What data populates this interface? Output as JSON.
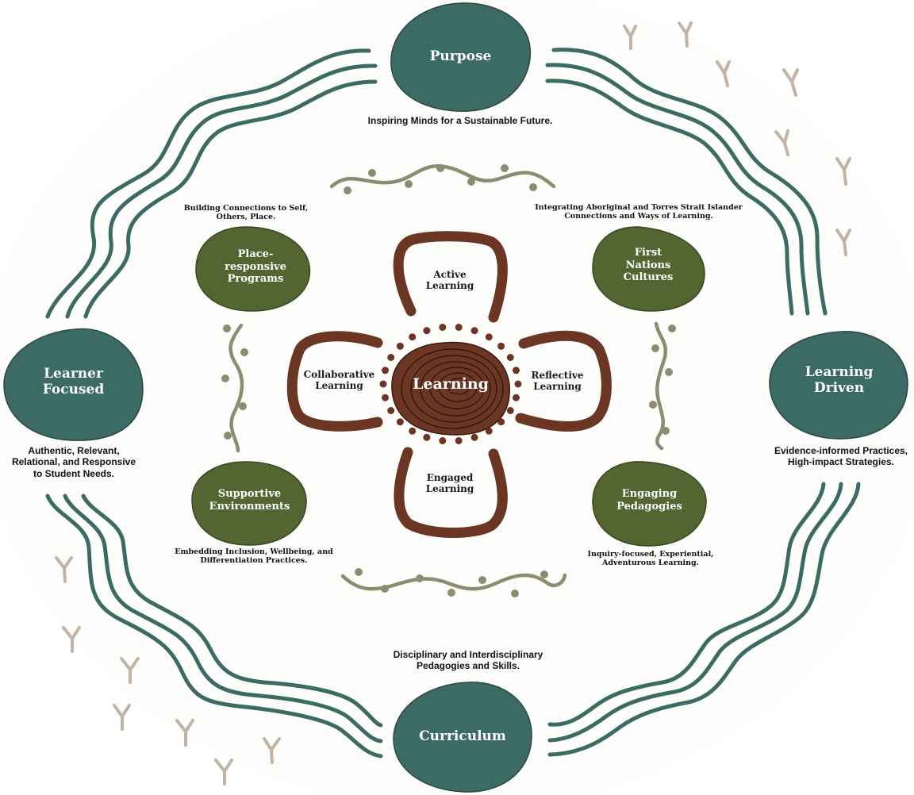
{
  "colors": {
    "background": "#fdfdfb",
    "teal": "#3c6b66",
    "olive": "#536631",
    "brown": "#6b3623",
    "sage": "#8e8c70",
    "tan": "#c2b3a5"
  },
  "outer_nodes": {
    "purpose": {
      "title": "Purpose",
      "caption": "Inspiring Minds for a Sustainable Future."
    },
    "learner_focused": {
      "title_line1": "Learner",
      "title_line2": "Focused",
      "caption_line1": "Authentic, Relevant,",
      "caption_line2": "Relational, and Responsive",
      "caption_line3": "to Student Needs."
    },
    "learning_driven": {
      "title_line1": "Learning",
      "title_line2": "Driven",
      "caption_line1": "Evidence-informed Practices,",
      "caption_line2": "High-impact Strategies."
    },
    "curriculum": {
      "title": "Curriculum",
      "caption_line1": "Disciplinary and Interdisciplinary",
      "caption_line2": "Pedagogies and Skills."
    }
  },
  "inner_nodes": {
    "place_responsive": {
      "title_line1": "Place-",
      "title_line2": "responsive",
      "title_line3": "Programs",
      "caption_line1": "Building Connections to Self,",
      "caption_line2": "Others, Place."
    },
    "first_nations": {
      "title_line1": "First",
      "title_line2": "Nations",
      "title_line3": "Cultures",
      "caption_line1": "Integrating Aboriginal and Torres Strait Islander",
      "caption_line2": "Connections and Ways of Learning."
    },
    "supportive_environments": {
      "title_line1": "Supportive",
      "title_line2": "Environments",
      "caption_line1": "Embedding Inclusion, Wellbeing, and",
      "caption_line2": "Differentiation Practices."
    },
    "engaging_pedagogies": {
      "title_line1": "Engaging",
      "title_line2": "Pedagogies",
      "caption_line1": "Inquiry-focused, Experiential,",
      "caption_line2": "Adventurous Learning."
    }
  },
  "center": {
    "title": "Learning",
    "petals": {
      "top": {
        "line1": "Active",
        "line2": "Learning"
      },
      "left": {
        "line1": "Collaborative",
        "line2": "Learning"
      },
      "right": {
        "line1": "Reflective",
        "line2": "Learning"
      },
      "bottom": {
        "line1": "Engaged",
        "line2": "Learning"
      }
    }
  }
}
